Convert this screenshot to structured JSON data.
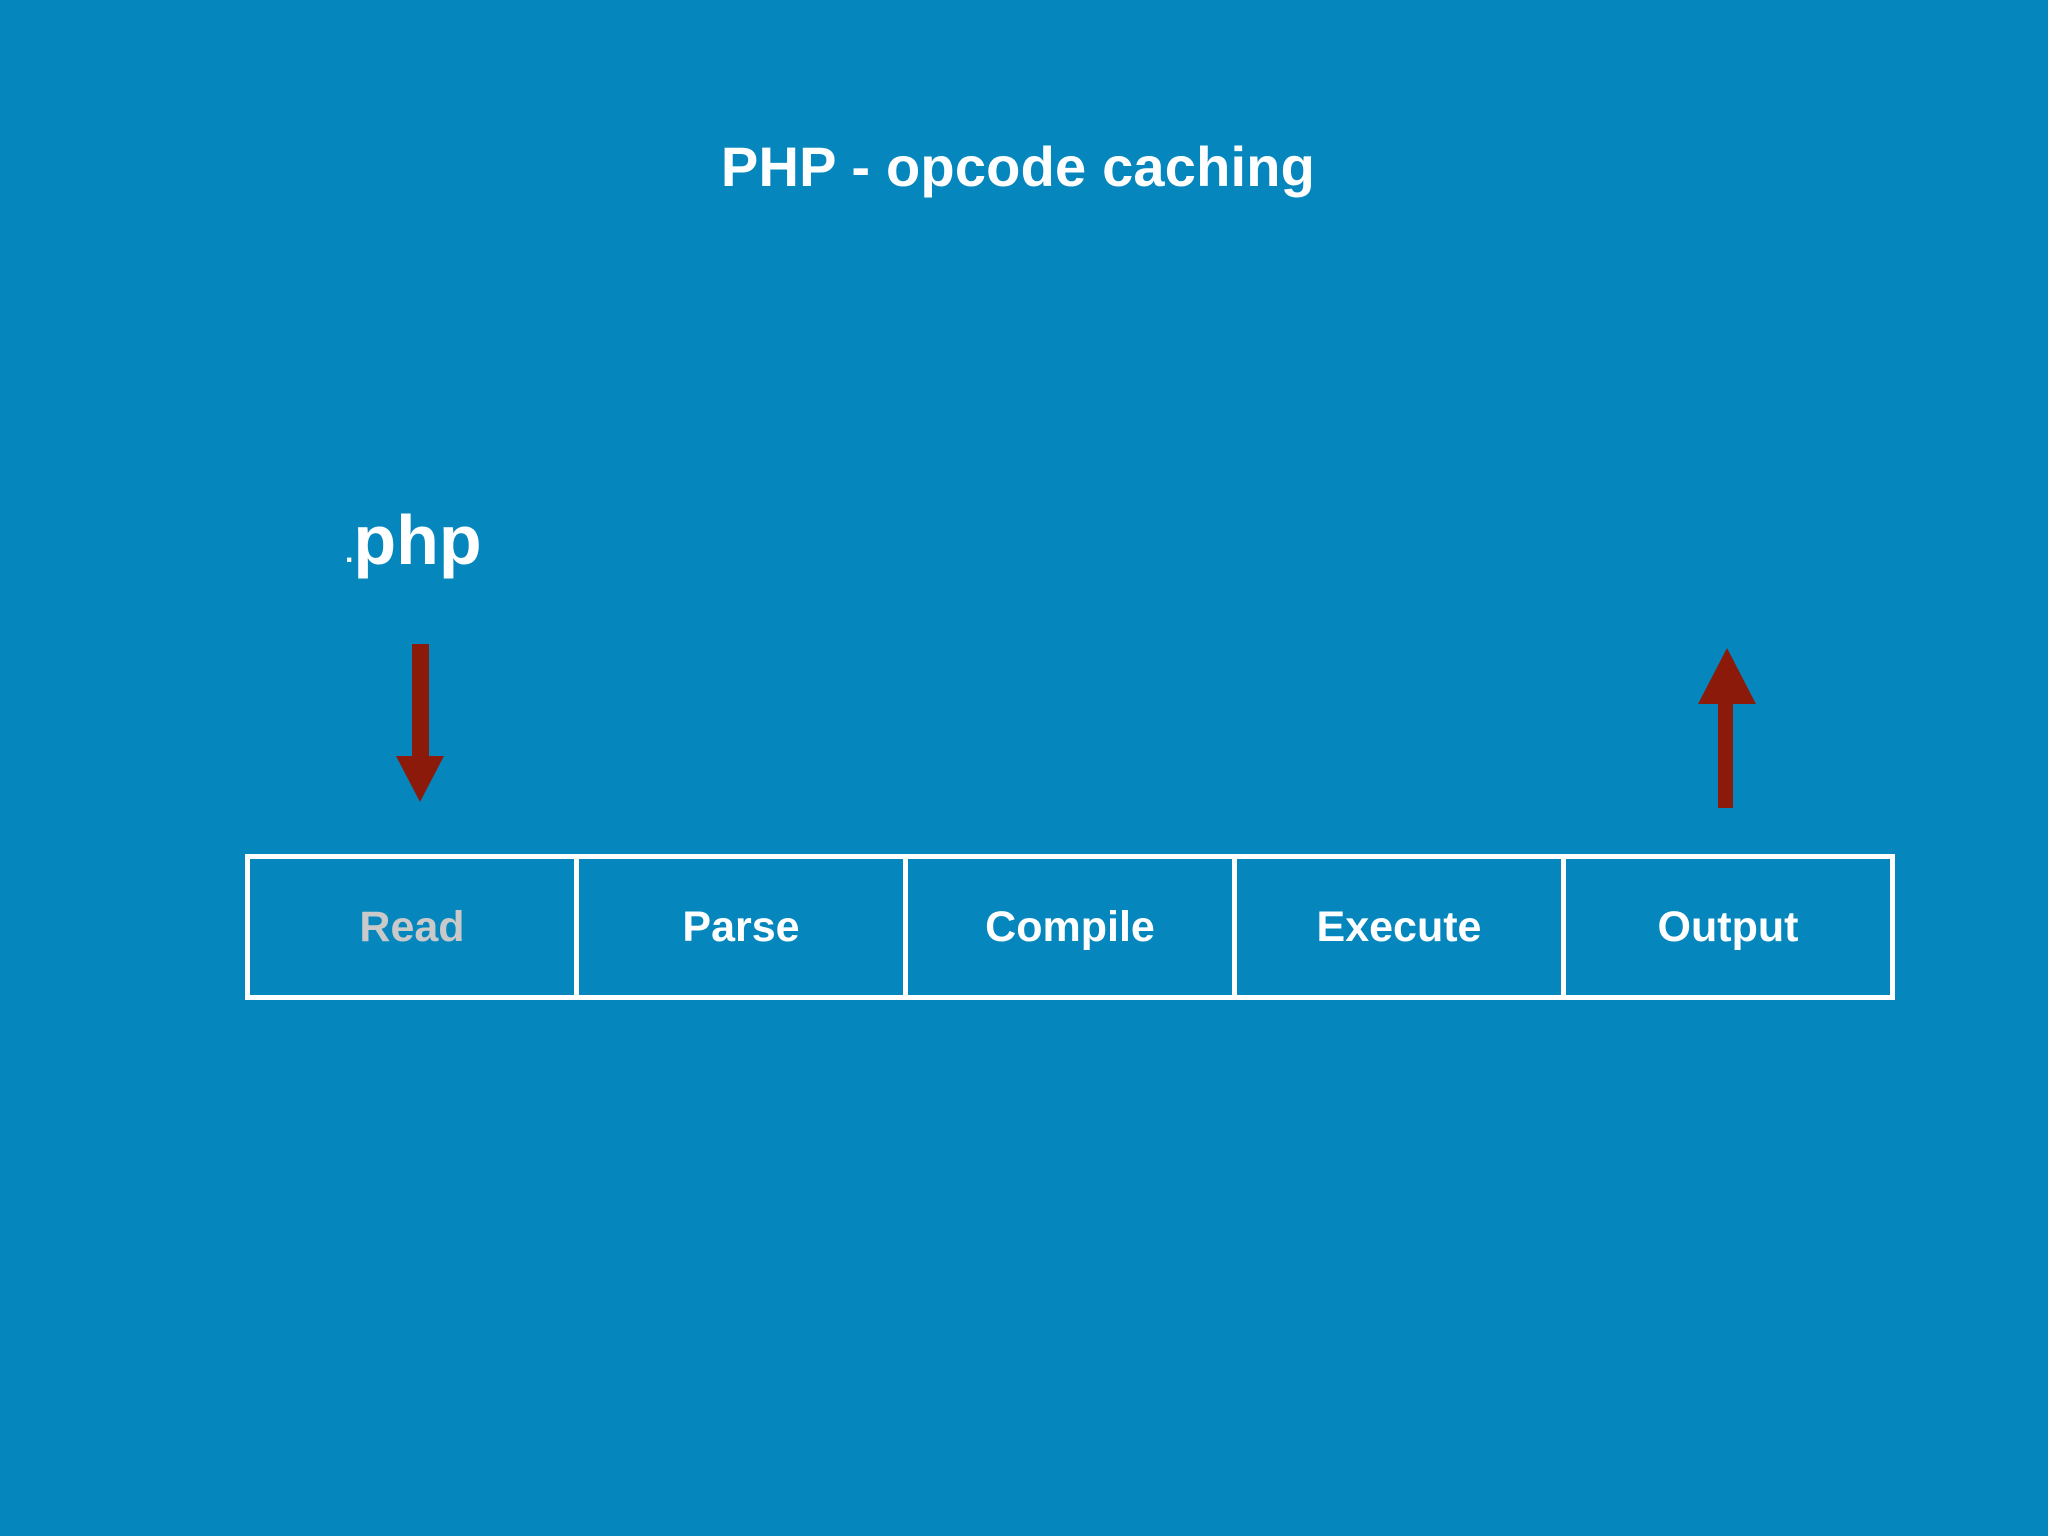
{
  "slide": {
    "title": "PHP - opcode caching",
    "background_color": "#0587be",
    "text_color": "#ffffff"
  },
  "file_label": {
    "dot": ".",
    "extension": "php"
  },
  "arrows": {
    "color": "#8b1a0a",
    "input": {
      "name": "input-arrow",
      "direction": "down"
    },
    "output": {
      "name": "output-arrow",
      "direction": "up"
    }
  },
  "pipeline": {
    "border_color": "#ffffff",
    "stages": [
      {
        "label": "Read",
        "color": "#c9c9c9"
      },
      {
        "label": "Parse",
        "color": "#ffffff"
      },
      {
        "label": "Compile",
        "color": "#ffffff"
      },
      {
        "label": "Execute",
        "color": "#ffffff"
      },
      {
        "label": "Output",
        "color": "#ffffff"
      }
    ]
  }
}
